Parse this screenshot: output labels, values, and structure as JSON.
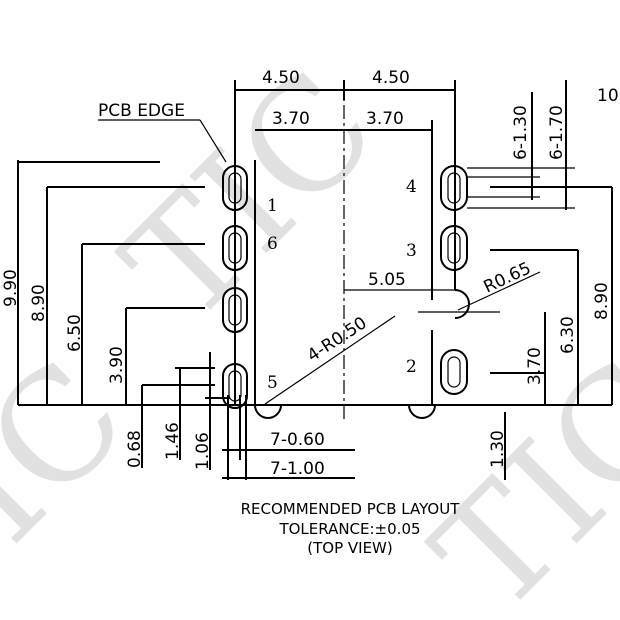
{
  "watermark": "TIC",
  "dimensions": {
    "top_left": "4.50",
    "top_right": "4.50",
    "inner_left": "3.70",
    "inner_right": "3.70",
    "slot_short": "6-1.30",
    "slot_long": "6-1.70",
    "corner_label": "10.",
    "left_990": "9.90",
    "left_890": "8.90",
    "left_650": "6.50",
    "left_390": "3.90",
    "bottom_068": "0.68",
    "bottom_146": "1.46",
    "bottom_106": "1.06",
    "bottom_060": "7-0.60",
    "bottom_100": "7-1.00",
    "bottom_130": "1.30",
    "center_505": "5.05",
    "radius_065": "R0.65",
    "radius_050": "4-R0.50",
    "right_890": "8.90",
    "right_630": "6.30",
    "right_370": "3.70"
  },
  "labels": {
    "pcb_edge": "PCB EDGE",
    "pin_1": "1",
    "pin_2": "2",
    "pin_3": "3",
    "pin_4": "4",
    "pin_5": "5",
    "pin_6": "6"
  },
  "caption": {
    "line1": "RECOMMENDED PCB LAYOUT",
    "line2": "TOLERANCE:±0.05",
    "line3": "(TOP VIEW)"
  }
}
